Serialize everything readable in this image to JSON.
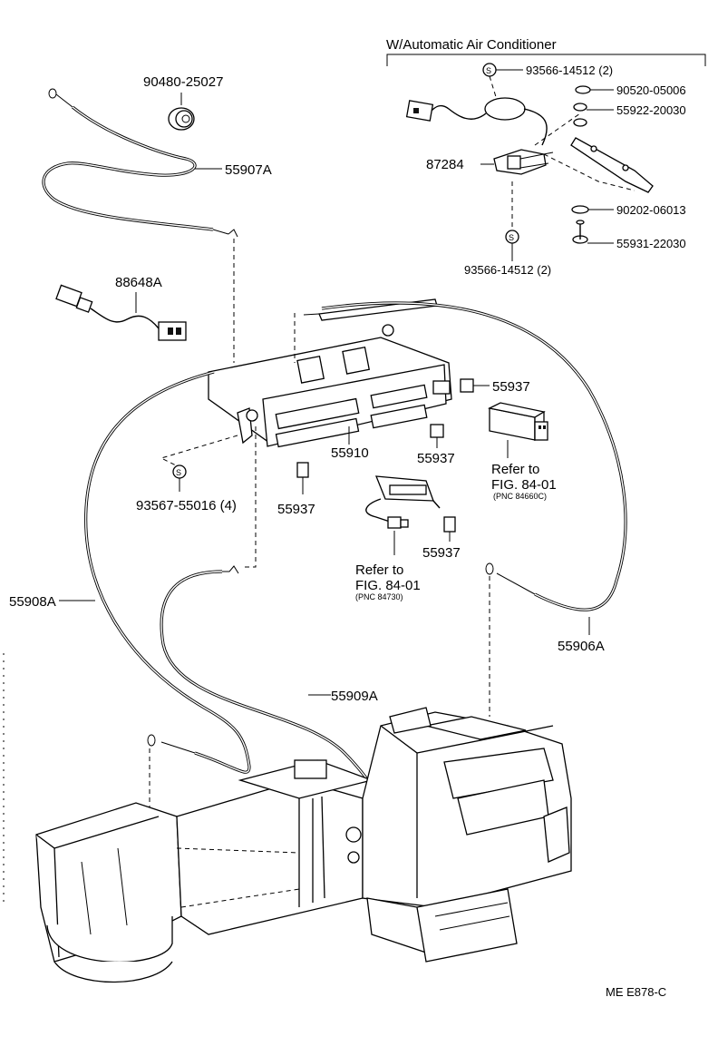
{
  "diagram": {
    "section_title": "W/Automatic Air Conditioner",
    "footer_code": "ME  E878-C",
    "part_numbers": {
      "p90480_25027": "90480-25027",
      "p55907A": "55907A",
      "p88648A": "88648A",
      "p93566_14512_top": "93566-14512 (2)",
      "p90520_05006": "90520-05006",
      "p55922_20030": "55922-20030",
      "p87284": "87284",
      "p90202_06013": "90202-06013",
      "p55931_22030": "55931-22030",
      "p93566_14512_bottom": "93566-14512 (2)",
      "p55910": "55910",
      "p55937_a": "55937",
      "p55937_b": "55937",
      "p55937_c": "55937",
      "p55937_d": "55937",
      "p93567_55016": "93567-55016 (4)",
      "p55908A": "55908A",
      "p55909A": "55909A",
      "p55906A": "55906A"
    },
    "references": {
      "ref1_line1": "Refer to",
      "ref1_line2": "FIG. 84-01",
      "ref1_line3": "(PNC 84660C)",
      "ref2_line1": "Refer to",
      "ref2_line2": "FIG. 84-01",
      "ref2_line3": "(PNC 84730)"
    },
    "screw_symbol": "S"
  }
}
